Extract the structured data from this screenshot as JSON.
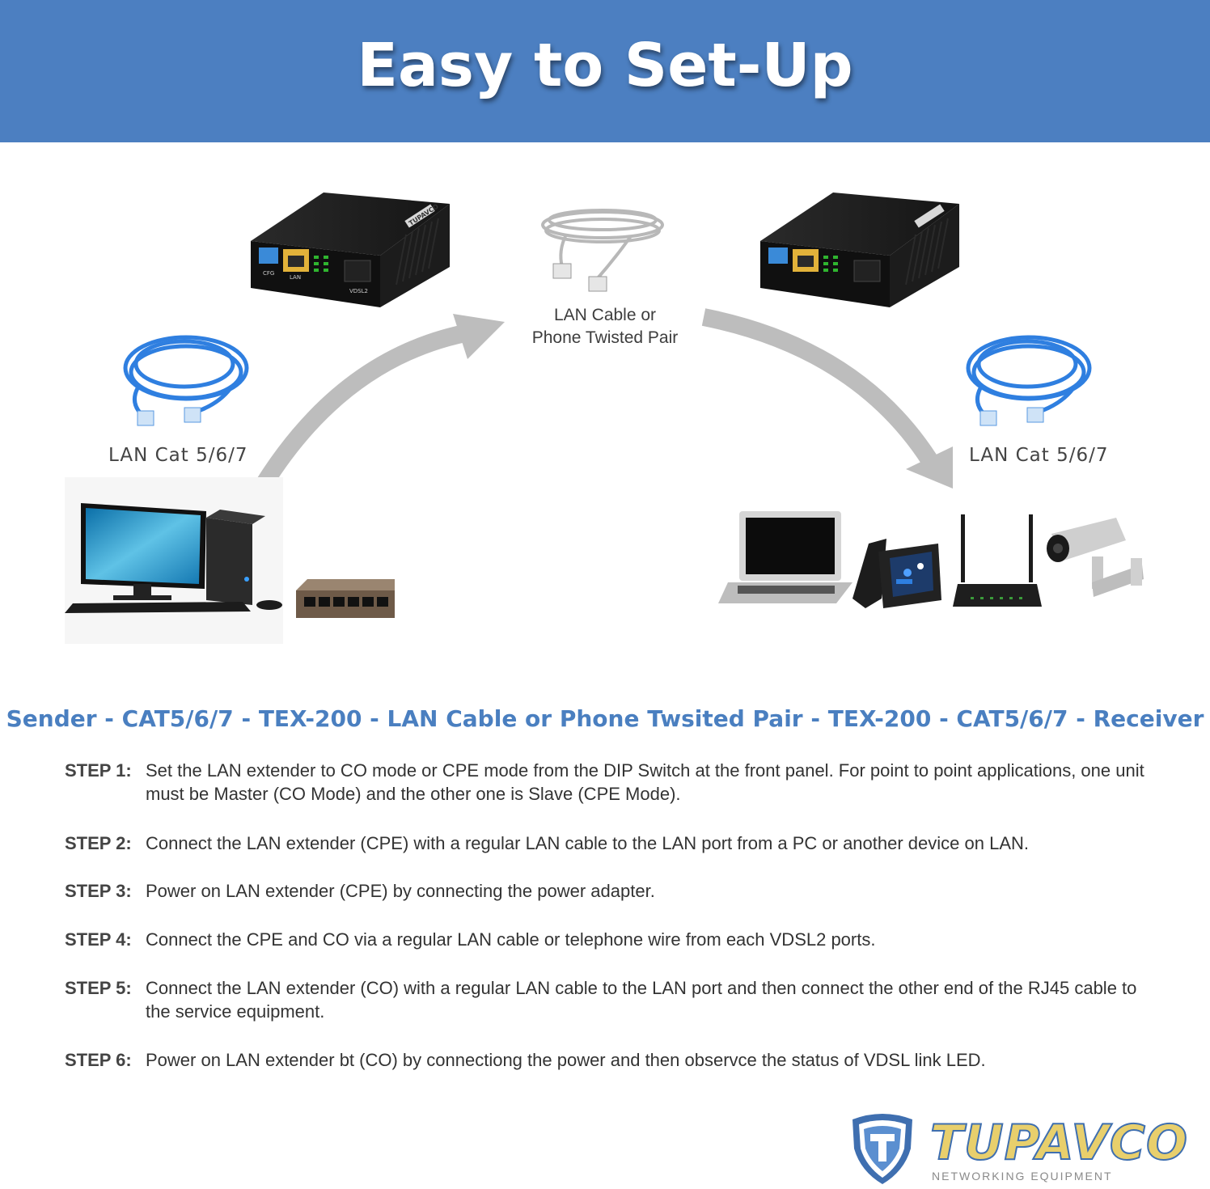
{
  "header": {
    "title": "Easy to Set-Up"
  },
  "diagram": {
    "left_cable_label": "LAN Cat 5/6/7",
    "right_cable_label": "LAN Cat 5/6/7",
    "middle_cable_label_line1": "LAN Cable or",
    "middle_cable_label_line2": "Phone Twisted Pair",
    "device_port_labels": [
      "CFG",
      "LAN",
      "VDSL2"
    ],
    "device_brand": "TUPAVCO"
  },
  "flow_caption": "Sender - CAT5/6/7 - TEX-200 - LAN Cable or Phone Twsited Pair - TEX-200 - CAT5/6/7 - Receiver",
  "steps": [
    {
      "label": "STEP 1:",
      "text": "Set the LAN extender to CO mode or CPE mode from the DIP Switch at the front panel. For point to point applications, one unit must be Master (CO Mode) and the other one is Slave (CPE Mode)."
    },
    {
      "label": "STEP 2:",
      "text": "Connect the LAN extender (CPE) with a regular LAN cable to the LAN port from a PC or another device on LAN."
    },
    {
      "label": "STEP 3:",
      "text": "Power on LAN extender (CPE) by connecting the power adapter."
    },
    {
      "label": "STEP 4:",
      "text": "Connect the CPE and CO via a regular LAN cable or telephone wire from each VDSL2 ports."
    },
    {
      "label": "STEP 5:",
      "text": "Connect the LAN extender (CO) with a regular LAN cable to the LAN port and then connect the other end of the RJ45 cable to the service equipment."
    },
    {
      "label": "STEP 6:",
      "text": "Power on LAN extender bt (CO) by connectiong the power and then observce the status of VDSL link LED."
    }
  ],
  "logo": {
    "name": "TUPAVCO",
    "tagline": "NETWORKING EQUIPMENT"
  },
  "colors": {
    "banner": "#4c7fc1",
    "accent_text": "#4a7fc0",
    "arrow": "#bcbcbc",
    "cable_blue": "#2f7fe0"
  }
}
